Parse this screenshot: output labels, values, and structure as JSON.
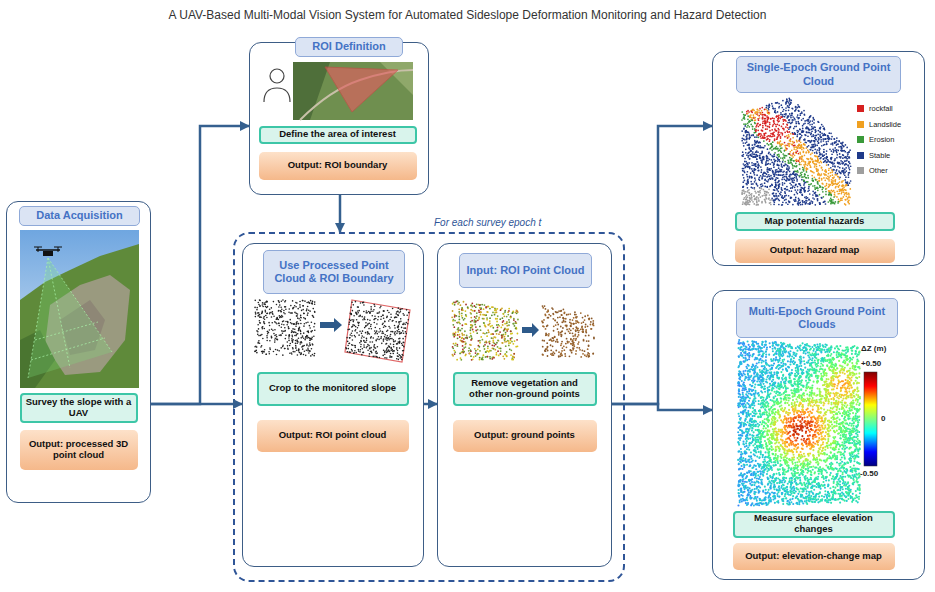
{
  "diagram": {
    "title": "A UAV-Based Multi-Modal Vision System for Automated Sideslope Deformation Monitoring and Hazard Detection",
    "nodes": [
      {
        "text": [
          "Data Acquisition"
        ]
      },
      {
        "text": [
          "Survey the slope with a UAV"
        ],
        "in": 0
      },
      {
        "text": [
          "Output: processed 3D point cloud"
        ],
        "in": 0
      },
      {
        "text": [
          "ROI Definition"
        ]
      },
      {
        "text": [
          "Define the area of interest"
        ],
        "in": 3
      },
      {
        "text": [
          "Output: ROI boundary"
        ],
        "in": 3
      },
      {
        "text": [
          "For each survey epoch t"
        ]
      },
      {
        "text": [
          "Use Processed Point Cloud & ROI Boundary"
        ],
        "in": 6
      },
      {
        "text": [
          "Crop to the monitored slope"
        ],
        "in": 7
      },
      {
        "text": [
          "Output: ROI point cloud"
        ],
        "in": 7
      },
      {
        "text": [
          "Input: ROI Point Cloud"
        ],
        "in": 6
      },
      {
        "text": [
          "Remove vegetation and other non-ground points"
        ],
        "in": 10
      },
      {
        "text": [
          "Output: ground points"
        ],
        "in": 10
      },
      {
        "text": [
          "Single-Epoch Ground Point Cloud"
        ]
      },
      {
        "text": [
          "Map potential hazards"
        ],
        "in": 13
      },
      {
        "text": [
          "Output: hazard map"
        ],
        "in": 13
      },
      {
        "text": [
          "Multi-Epoch Ground Point Clouds"
        ]
      },
      {
        "text": [
          "Measure surface elevation changes"
        ],
        "in": 16
      },
      {
        "text": [
          "Output: elevation-change map"
        ],
        "in": 16
      }
    ],
    "edges": [
      {
        "from": 0,
        "to": 3,
        "arrow": "to"
      },
      {
        "from": 0,
        "to": 7,
        "arrow": "to"
      },
      {
        "from": 3,
        "to": 6,
        "arrow": "to"
      },
      {
        "from": 7,
        "to": 10,
        "arrow": "to"
      },
      {
        "from": 10,
        "to": 13,
        "arrow": "to"
      },
      {
        "from": 10,
        "to": 16,
        "arrow": "to"
      }
    ],
    "labels": [
      "ΔZ (m)",
      "+0.50",
      "0",
      "-0.50"
    ],
    "legend": [
      {
        "text": "rockfall",
        "color": "#d62020"
      },
      {
        "text": "Landslide",
        "color": "#f0a020"
      },
      {
        "text": "Erosion",
        "color": "#3a9a3a"
      },
      {
        "text": "Stable",
        "color": "#1f3a8a"
      },
      {
        "text": "Other",
        "color": "#9e9e9e"
      }
    ]
  }
}
